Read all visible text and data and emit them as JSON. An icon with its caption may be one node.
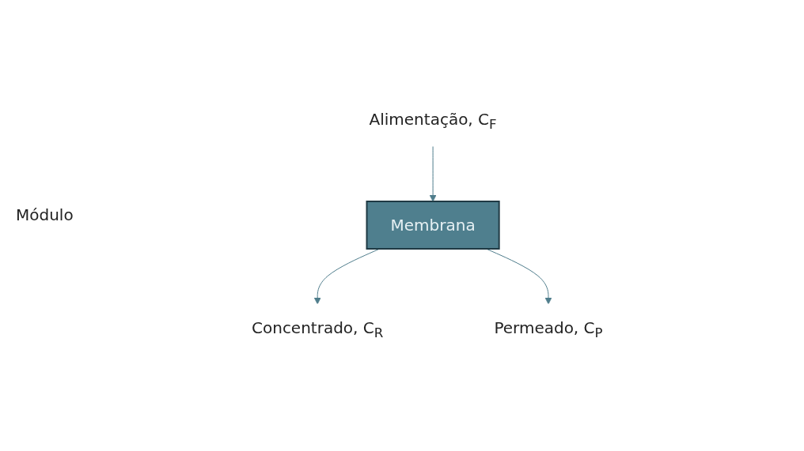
{
  "diagram": {
    "nodes": [
      {
        "text": [
          "Alimentação, C$_{F}$"
        ]
      },
      {
        "text": [
          "Membrana"
        ]
      },
      {
        "text": [
          "Concentrado, C$_{R}$"
        ]
      },
      {
        "text": [
          "Permeado, C$_{P}$"
        ]
      }
    ],
    "edges": [
      {
        "from": 0,
        "to": 1,
        "arrow": "to"
      },
      {
        "from": 1,
        "to": 2,
        "arrow": "to"
      },
      {
        "from": 1,
        "to": 3,
        "arrow": "to"
      }
    ],
    "labels": [
      "Módulo"
    ]
  }
}
